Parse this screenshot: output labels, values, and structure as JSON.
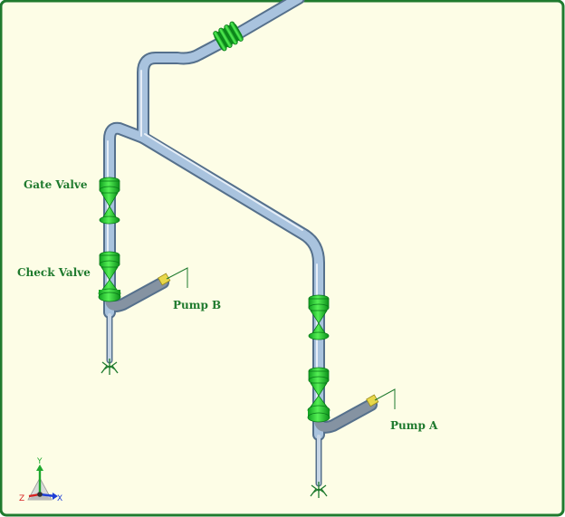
{
  "colors": {
    "background": "#fdfde6",
    "frame": "#1f7a2e",
    "pipe": "#a9c3de",
    "pipe_edge": "#55708c",
    "valve": "#2ed62e",
    "valve_edge": "#0a7a1a",
    "label": "#1f7a2e",
    "pump_tag": "#e8d84a"
  },
  "labels": {
    "gate_valve": "Gate Valve",
    "check_valve": "Check Valve",
    "pump_b": "Pump B",
    "pump_a": "Pump A"
  },
  "triad": {
    "x": "X",
    "y": "Y",
    "z": "Z"
  }
}
